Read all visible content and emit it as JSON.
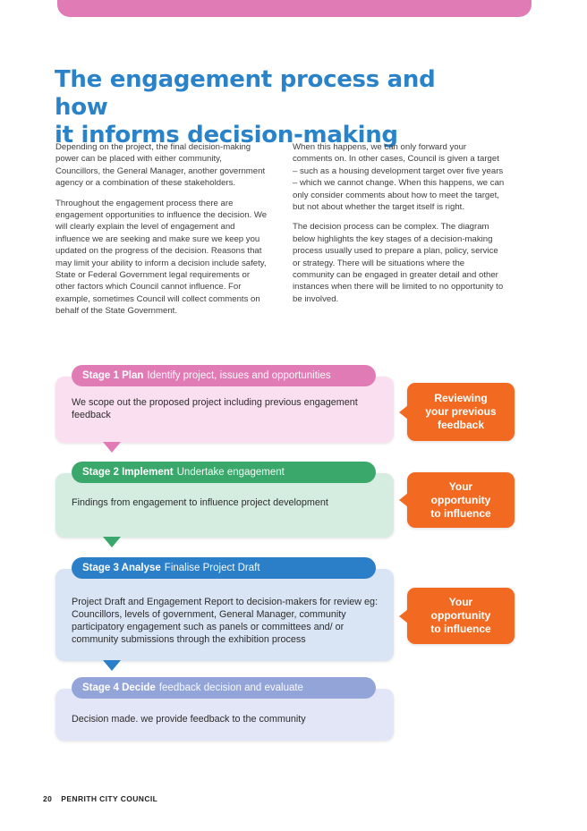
{
  "heading": {
    "line1": "The engagement process and how",
    "line2": "it informs decision-making"
  },
  "intro": {
    "left": [
      "Depending on the project, the final decision-making power can be placed with either community, Councillors, the General Manager, another government agency or a combination of these stakeholders.",
      "Throughout the engagement process there are engagement opportunities to influence the decision. We will clearly explain the level of engagement and influence we are seeking and make sure we keep you updated on the progress of the decision. Reasons that may limit your ability to inform a decision include safety, State or Federal Government legal requirements or other factors which Council cannot influence. For example, sometimes Council will collect comments on behalf of the State Government."
    ],
    "right": [
      "When this happens, we can only forward your comments on. In other cases, Council is given a target – such as a housing development target over five years – which we cannot change. When this happens, we can only consider comments about how to meet the target, but not about whether the target itself is right.",
      "The decision process can be complex. The diagram below highlights the key stages of a decision-making process usually used to prepare a plan, policy, service or strategy. There will be situations where the community can be engaged in greater detail and other instances when there will be limited to no opportunity to be involved."
    ]
  },
  "stages": [
    {
      "label": "Stage 1 Plan",
      "desc": "Identify project, issues and opportunities",
      "text": "We scope out the proposed project including previous engagement feedback",
      "pill_color": "#e07bb5",
      "box_color": "#f9dff0"
    },
    {
      "label": "Stage 2 Implement",
      "desc": "Undertake engagement",
      "text": "Findings from engagement to influence project development",
      "pill_color": "#3aa86b",
      "box_color": "#d5ede1"
    },
    {
      "label": "Stage 3 Analyse",
      "desc": "Finalise Project Draft",
      "text": "Project Draft and Engagement Report to decision-makers for review eg: Councillors, levels of government, General Manager, community participatory engagement such as panels or committees and/ or community submissions through the exhibition process",
      "pill_color": "#2a7fc8",
      "box_color": "#d9e4f4"
    },
    {
      "label": "Stage 4 Decide",
      "desc": "feedback decision and evaluate",
      "text": "Decision made. we provide feedback to the community",
      "pill_color": "#93a4d9",
      "box_color": "#e3e6f6"
    }
  ],
  "callouts": [
    {
      "lines": [
        "Reviewing",
        "your previous",
        "feedback"
      ]
    },
    {
      "lines": [
        "Your",
        "opportunity",
        "to influence"
      ]
    },
    {
      "lines": [
        "Your",
        "opportunity",
        "to influence"
      ]
    }
  ],
  "colors": {
    "heading": "#2a83c9",
    "callout": "#f26a21",
    "top_bar": "#e07bb5"
  },
  "footer": {
    "page_number": "20",
    "organisation": "PENRITH CITY COUNCIL"
  }
}
